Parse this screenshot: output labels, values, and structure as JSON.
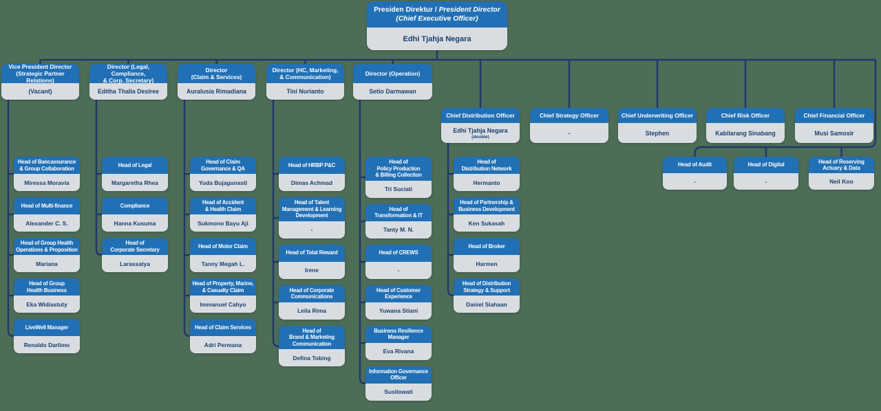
{
  "colors": {
    "header_blue": "#2170b6",
    "body_grey": "#d9dde1",
    "line_navy": "#20386b",
    "name_navy": "#1d3e6f",
    "background_green": "#4e6d57"
  },
  "ceo": {
    "title_plain": "Presiden Direktur / ",
    "title_italic": "President Director",
    "subtitle": "(Chief Executive Officer)",
    "name": "Edhi Tjahja Negara"
  },
  "executives": [
    {
      "title": "Vice President Director\n(Strategic Partner Relations)",
      "name": "(Vacant)",
      "children": [
        {
          "title": "Head of Bancassurance\n& Group Collaboration",
          "name": "Miressa Moravia"
        },
        {
          "title": "Head of Multi-finance",
          "name": "Alexander C. S."
        },
        {
          "title": "Head of Group Health\nOperations & Proposition",
          "name": "Mariana"
        },
        {
          "title": "Head of Group\nHealth Business",
          "name": "Eka Widiastuty"
        },
        {
          "title": "LiveWell Manager",
          "name": "Renaldo Darlimo"
        }
      ]
    },
    {
      "title": "Director (Legal, Compliance,\n& Corp. Secretary)",
      "name": "Editha Thalia Desiree",
      "children": [
        {
          "title": "Head of Legal",
          "name": "Margaretha Rhea"
        },
        {
          "title": "Compliance",
          "name": "Hanna Kusuma"
        },
        {
          "title": "Head of\nCorporate Secretary",
          "name": "Larassatya"
        }
      ]
    },
    {
      "title": "Director\n(Claim & Services)",
      "name": "Auralusia Rimadiana",
      "children": [
        {
          "title": "Head of Claim\nGovernance & QA",
          "name": "Yuda Bujagunasti"
        },
        {
          "title": "Head of Accident\n& Health Claim",
          "name": "Sukmono Bayu Aji"
        },
        {
          "title": "Head of Motor Claim",
          "name": "Tanny Megah L."
        },
        {
          "title": "Head of Property, Marine,\n& Casualty Claim",
          "name": "Immanuel Cahyo"
        },
        {
          "title": "Head of Claim Services",
          "name": "Adri Permana"
        }
      ]
    },
    {
      "title": "Director (HC, Marketing,\n& Communication)",
      "name": "Tini Nurianto",
      "children": [
        {
          "title": "Head of HRBP P&C",
          "name": "Dimas Achmad"
        },
        {
          "title": "Head of Talent\nManagement & Learning\nDevelopment",
          "name": "-"
        },
        {
          "title": "Head of Total Reward",
          "name": "Irene"
        },
        {
          "title": "Head of Corporate\nCommunications",
          "name": "Leila Rima"
        },
        {
          "title": "Head of\nBrand & Marketing\nCommunication",
          "name": "Defina Tobing"
        }
      ]
    },
    {
      "title": "Director (Operation)",
      "name": "Setio Darmawan",
      "children": [
        {
          "title": "Head of\nPolicy Production\n& Billing Collection",
          "name": "Tri Suciati"
        },
        {
          "title": "Head of\nTransformation & IT",
          "name": "Tanty M. N."
        },
        {
          "title": "Head of CREWS",
          "name": "-"
        },
        {
          "title": "Head of Customer\nExperience",
          "name": "Yuwana Stiani"
        },
        {
          "title": "Business Resilience\nManager",
          "name": "Eva Rivana"
        },
        {
          "title": "Information Governance\nOfficer",
          "name": "Susilowati"
        }
      ]
    },
    {
      "title": "Chief Distribution Officer",
      "name": "Edhi Tjahja Negara",
      "note": "(double)",
      "children": [
        {
          "title": "Head of\nDistribution Network",
          "name": "Hermanto"
        },
        {
          "title": "Head of Partnership &\nBusiness Development",
          "name": "Ken Sukasah"
        },
        {
          "title": "Head of Broker",
          "name": "Harmen"
        },
        {
          "title": "Head of Distribution\nStrategy & Support",
          "name": "Daniel Siahaan"
        }
      ]
    },
    {
      "title": "Chief Strategy Officer",
      "name": "-"
    },
    {
      "title": "Chief Underwriting Officer",
      "name": "Stephen"
    },
    {
      "title": "Chief Risk Officer",
      "name": "Kabilarang Sinabang"
    },
    {
      "title": "Chief Financial Officer",
      "name": "Musi Samosir"
    }
  ],
  "board_reports": [
    {
      "title": "Head of Audit",
      "name": "-"
    },
    {
      "title": "Head of Digital",
      "name": "-"
    },
    {
      "title": "Head of Reserving\nActuary & Data",
      "name": "Neil Koo"
    }
  ]
}
